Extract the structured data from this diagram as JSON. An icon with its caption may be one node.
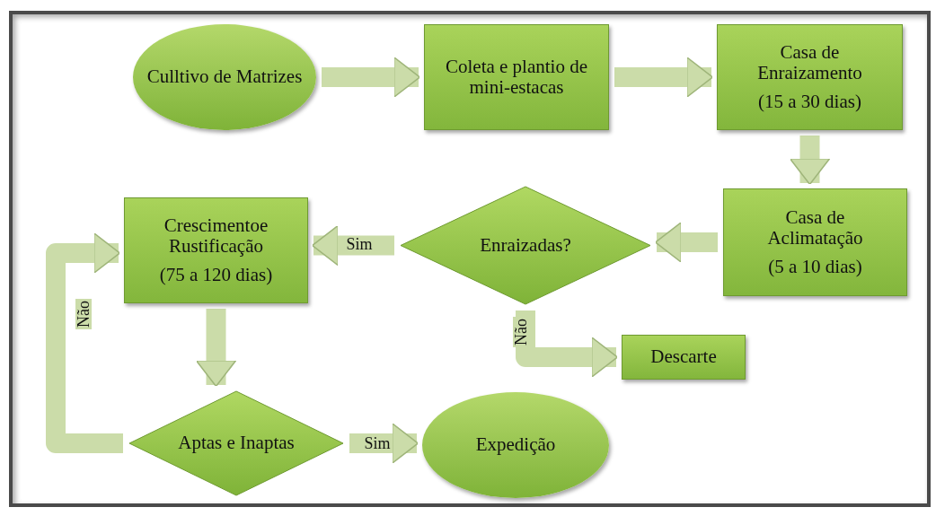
{
  "diagram": {
    "nodes": [
      {
        "text": [
          "Culltivo de Matrizes"
        ]
      },
      {
        "text": [
          "Coleta e plantio de mini-estacas"
        ]
      },
      {
        "text": [
          "Casa de Enraizamento",
          "(15 a 30 dias)"
        ]
      },
      {
        "text": [
          "Casa de Aclimatação",
          "(5 a 10 dias)"
        ]
      },
      {
        "text": [
          "Enraizadas?"
        ]
      },
      {
        "text": [
          "Crescimentoe Rustificação",
          "(75 a 120 dias)"
        ]
      },
      {
        "text": [
          "Aptas e Inaptas"
        ]
      },
      {
        "text": [
          "Expedição"
        ]
      },
      {
        "text": [
          "Descarte"
        ]
      }
    ],
    "edges": [
      {
        "from": 0,
        "to": 1,
        "arrow": "to"
      },
      {
        "from": 1,
        "to": 2,
        "arrow": "to"
      },
      {
        "from": 2,
        "to": 3,
        "arrow": "to"
      },
      {
        "from": 3,
        "to": 4,
        "arrow": "to"
      },
      {
        "from": 4,
        "to": 5,
        "arrow": "to",
        "label": "Sim"
      },
      {
        "from": 4,
        "to": 8,
        "arrow": "to",
        "label": "Não"
      },
      {
        "from": 5,
        "to": 6,
        "arrow": "to"
      },
      {
        "from": 6,
        "to": 7,
        "arrow": "to",
        "label": "Sim"
      },
      {
        "from": 6,
        "to": 5,
        "arrow": "to",
        "label": "Não"
      }
    ]
  }
}
